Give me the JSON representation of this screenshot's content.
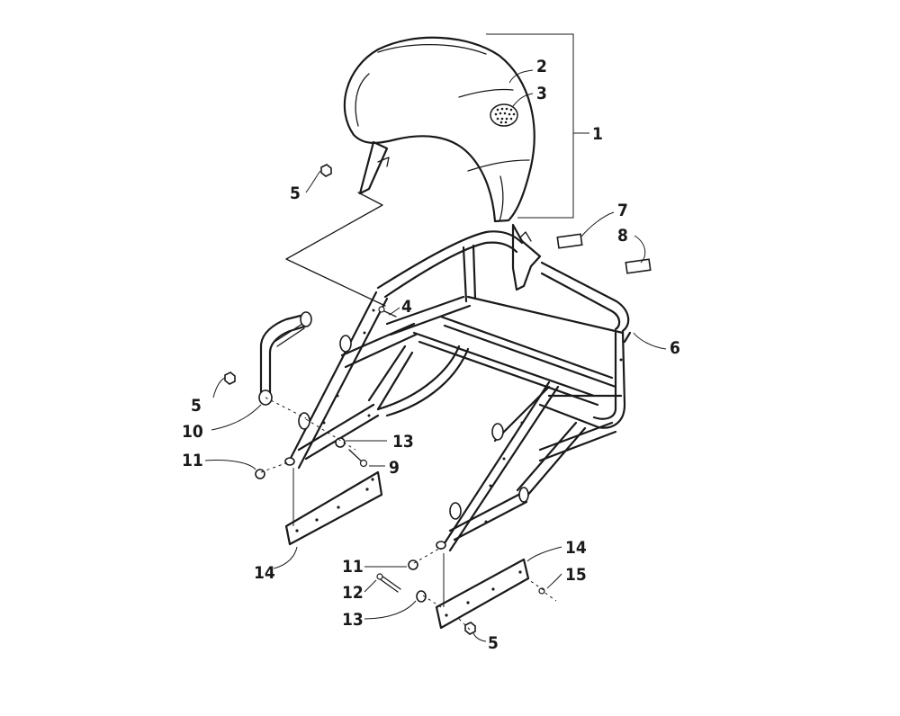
{
  "diagram": {
    "type": "exploded parts diagram",
    "callouts": {
      "c1": "1",
      "c2": "2",
      "c3": "3",
      "c4": "4",
      "c5a": "5",
      "c5b": "5",
      "c5c": "5",
      "c6": "6",
      "c7": "7",
      "c8": "8",
      "c9": "9",
      "c10": "10",
      "c11a": "11",
      "c11b": "11",
      "c12": "12",
      "c13a": "13",
      "c13b": "13",
      "c14a": "14",
      "c14b": "14",
      "c15": "15"
    }
  }
}
